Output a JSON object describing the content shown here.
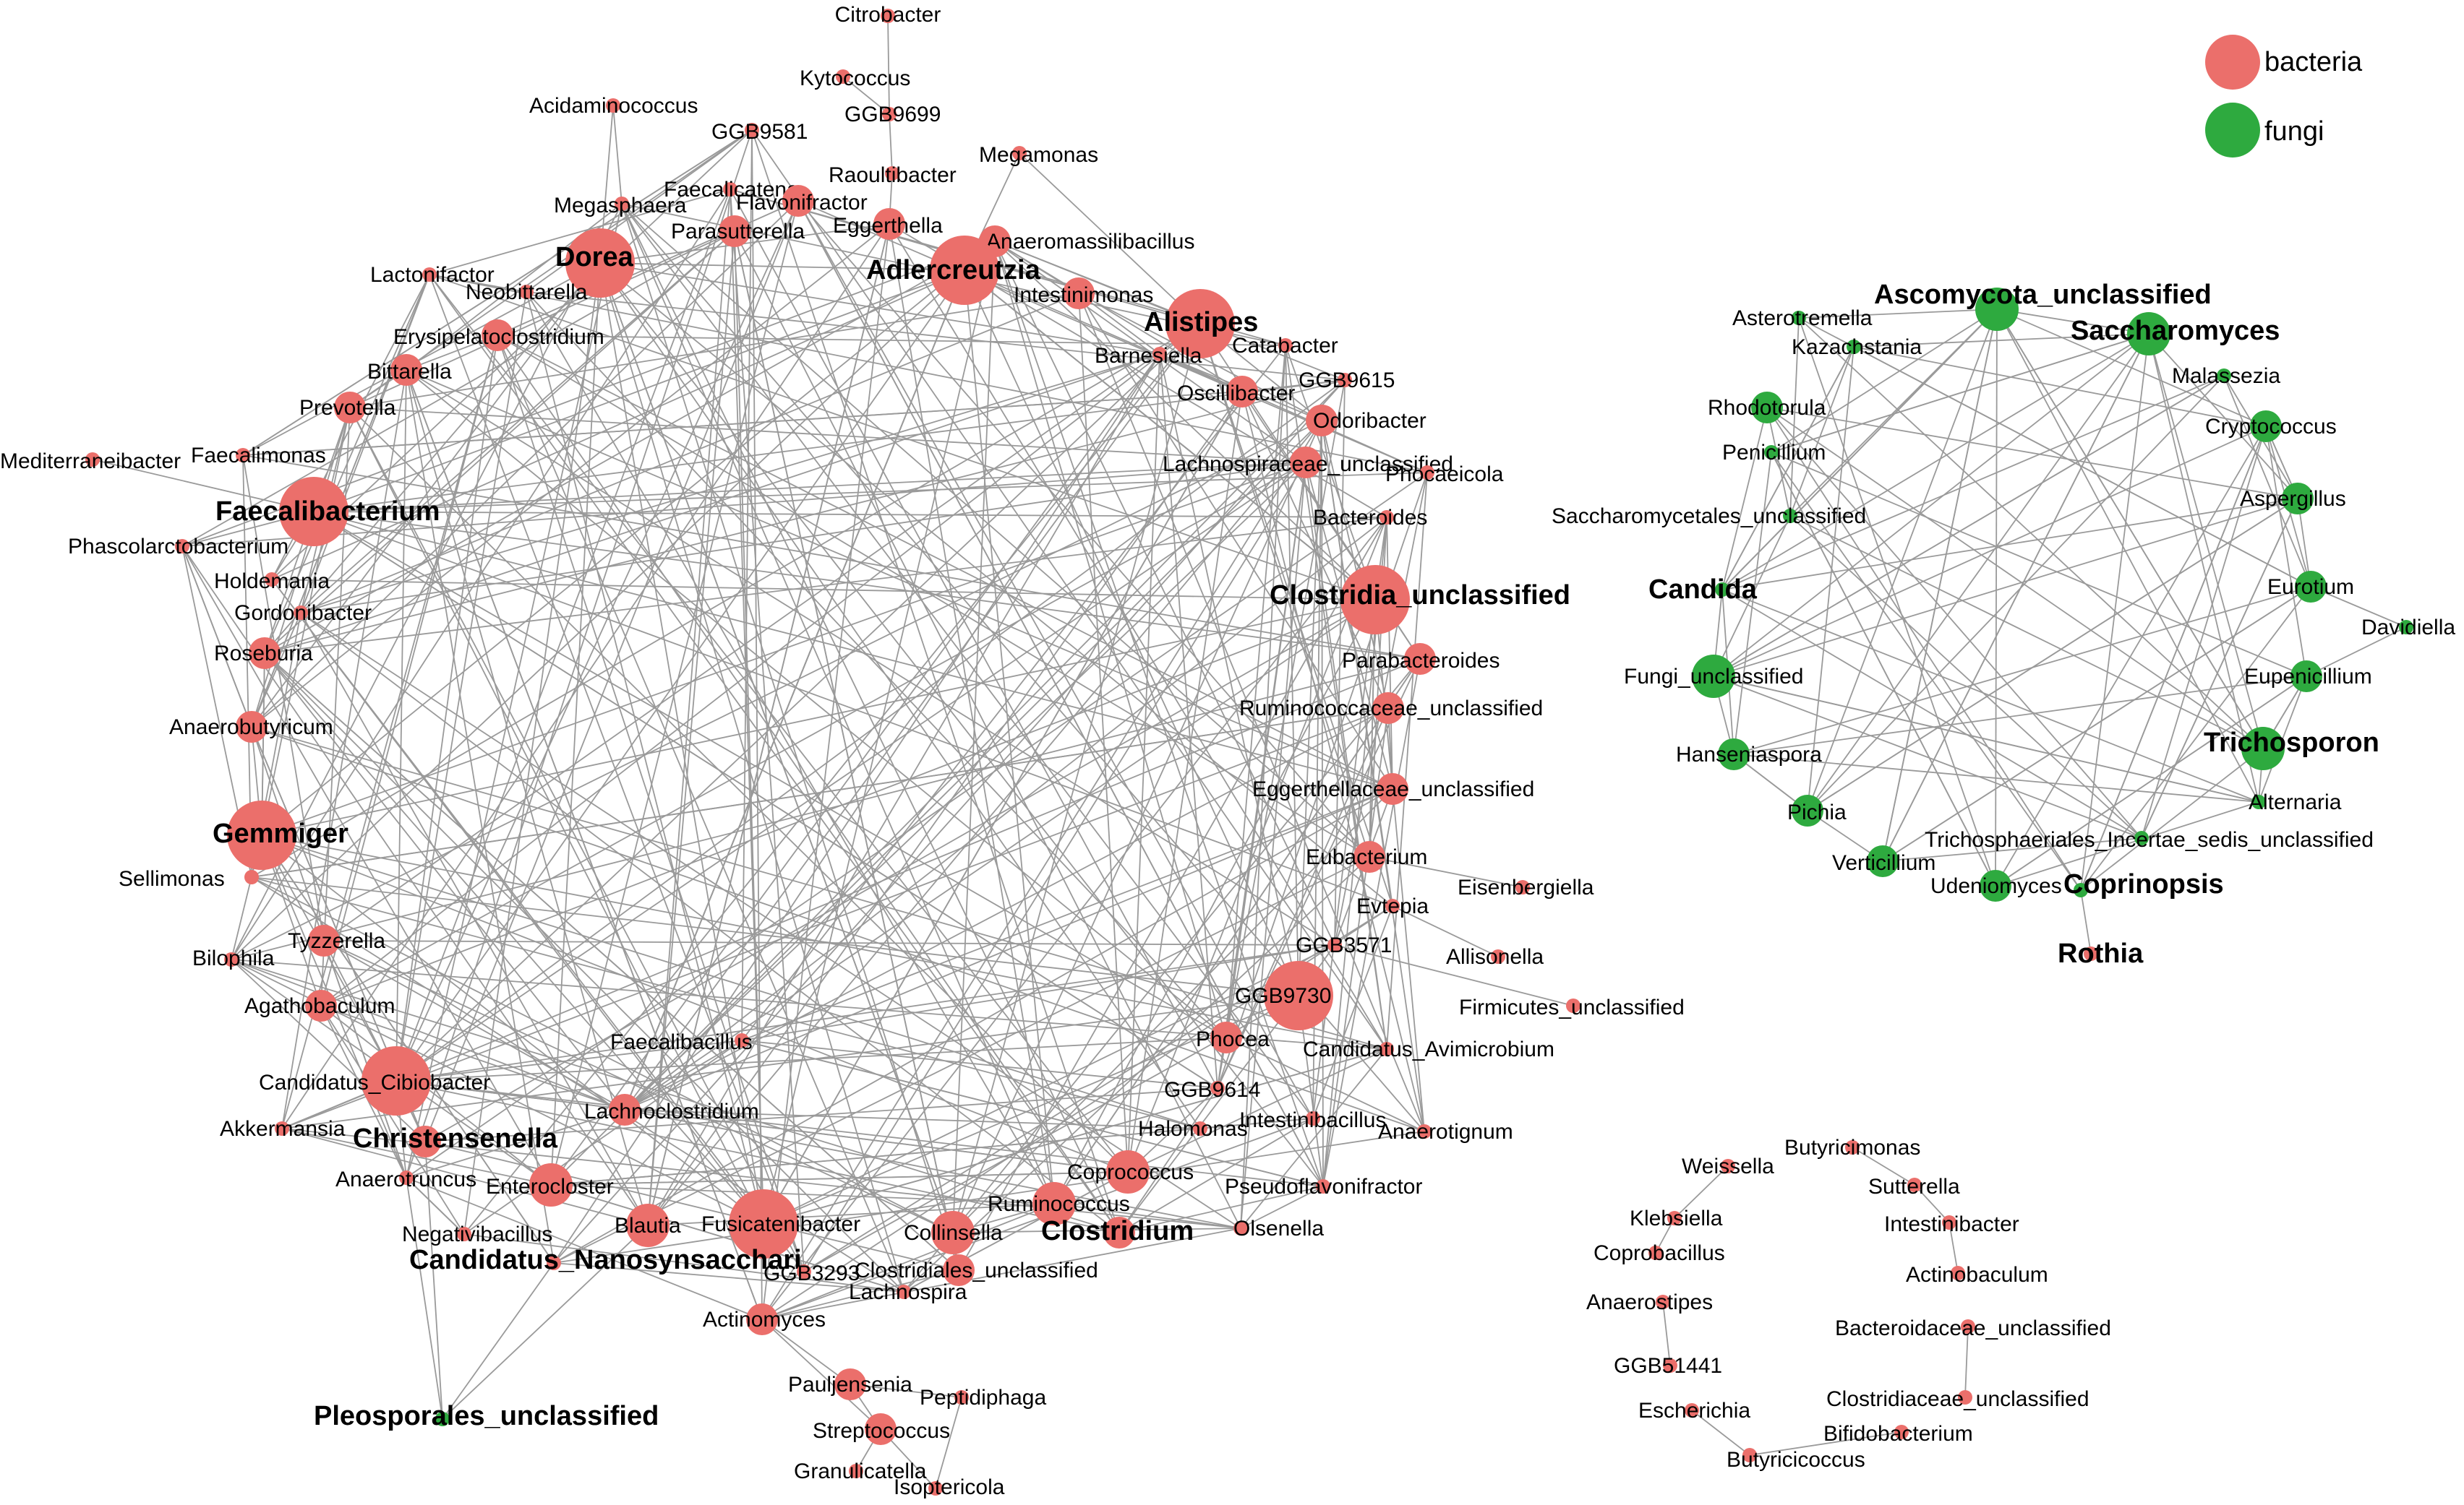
{
  "legend": [
    {
      "label": "bacteria",
      "color": "#EB6F6B"
    },
    {
      "label": "fungi",
      "color": "#2EAA3F"
    }
  ],
  "colors": {
    "bacteria": "#EB6F6B",
    "fungi": "#2EAA3F",
    "edge": "#9a9a9a"
  },
  "nodes": [
    {
      "label": "Citrobacter",
      "type": "bacteria",
      "size": "s"
    },
    {
      "label": "Kytococcus",
      "type": "bacteria",
      "size": "s"
    },
    {
      "label": "GGB9699",
      "type": "bacteria",
      "size": "s"
    },
    {
      "label": "Acidaminococcus",
      "type": "bacteria",
      "size": "s"
    },
    {
      "label": "GGB9581",
      "type": "bacteria",
      "size": "s"
    },
    {
      "label": "Raoultibacter",
      "type": "bacteria",
      "size": "s"
    },
    {
      "label": "Megamonas",
      "type": "bacteria",
      "size": "s"
    },
    {
      "label": "Faecalicatena",
      "type": "bacteria",
      "size": "s"
    },
    {
      "label": "Flavonifractor",
      "type": "bacteria",
      "size": "m"
    },
    {
      "label": "Megasphaera",
      "type": "bacteria",
      "size": "s"
    },
    {
      "label": "Eggerthella",
      "type": "bacteria",
      "size": "m"
    },
    {
      "label": "Parasutterella",
      "type": "bacteria",
      "size": "m"
    },
    {
      "label": "Anaeromassilibacillus",
      "type": "bacteria",
      "size": "m"
    },
    {
      "label": "Dorea",
      "type": "bacteria",
      "size": "xl"
    },
    {
      "label": "Adlercreutzia",
      "type": "bacteria",
      "size": "xl"
    },
    {
      "label": "Lactonifactor",
      "type": "bacteria",
      "size": "s"
    },
    {
      "label": "Neobittarella",
      "type": "bacteria",
      "size": "s"
    },
    {
      "label": "Intestinimonas",
      "type": "bacteria",
      "size": "m"
    },
    {
      "label": "Alistipes",
      "type": "bacteria",
      "size": "xl"
    },
    {
      "label": "Erysipelatoclostridium",
      "type": "bacteria",
      "size": "m"
    },
    {
      "label": "Catabacter",
      "type": "bacteria",
      "size": "s"
    },
    {
      "label": "Barnesiella",
      "type": "bacteria",
      "size": "s"
    },
    {
      "label": "Bittarella",
      "type": "bacteria",
      "size": "m"
    },
    {
      "label": "GGB9615",
      "type": "bacteria",
      "size": "s"
    },
    {
      "label": "Oscillibacter",
      "type": "bacteria",
      "size": "m"
    },
    {
      "label": "Prevotella",
      "type": "bacteria",
      "size": "m"
    },
    {
      "label": "Odoribacter",
      "type": "bacteria",
      "size": "m"
    },
    {
      "label": "Mediterraneibacter",
      "type": "bacteria",
      "size": "s"
    },
    {
      "label": "Faecalimonas",
      "type": "bacteria",
      "size": "s"
    },
    {
      "label": "Lachnospiraceae_unclassified",
      "type": "bacteria",
      "size": "m"
    },
    {
      "label": "Phocaeicola",
      "type": "bacteria",
      "size": "s"
    },
    {
      "label": "Faecalibacterium",
      "type": "bacteria",
      "size": "xl"
    },
    {
      "label": "Bacteroides",
      "type": "bacteria",
      "size": "s"
    },
    {
      "label": "Phascolarctobacterium",
      "type": "bacteria",
      "size": "s"
    },
    {
      "label": "Holdemania",
      "type": "bacteria",
      "size": "s"
    },
    {
      "label": "Clostridia_unclassified",
      "type": "bacteria",
      "size": "xl"
    },
    {
      "label": "Gordonibacter",
      "type": "bacteria",
      "size": "s"
    },
    {
      "label": "Roseburia",
      "type": "bacteria",
      "size": "m"
    },
    {
      "label": "Parabacteroides",
      "type": "bacteria",
      "size": "m"
    },
    {
      "label": "Ruminococcaceae_unclassified",
      "type": "bacteria",
      "size": "m"
    },
    {
      "label": "Anaerobutyricum",
      "type": "bacteria",
      "size": "m"
    },
    {
      "label": "Eggerthellaceae_unclassified",
      "type": "bacteria",
      "size": "m"
    },
    {
      "label": "Gemmiger",
      "type": "bacteria",
      "size": "xl"
    },
    {
      "label": "Eubacterium",
      "type": "bacteria",
      "size": "m"
    },
    {
      "label": "Sellimonas",
      "type": "bacteria",
      "size": "s"
    },
    {
      "label": "Eisenbergiella",
      "type": "bacteria",
      "size": "s"
    },
    {
      "label": "Evtepia",
      "type": "bacteria",
      "size": "s"
    },
    {
      "label": "Tyzzerella",
      "type": "bacteria",
      "size": "m"
    },
    {
      "label": "GGB3571",
      "type": "bacteria",
      "size": "s"
    },
    {
      "label": "Bilophila",
      "type": "bacteria",
      "size": "s"
    },
    {
      "label": "Allisonella",
      "type": "bacteria",
      "size": "s"
    },
    {
      "label": "GGB9730",
      "type": "bacteria",
      "size": "xl"
    },
    {
      "label": "Agathobaculum",
      "type": "bacteria",
      "size": "m"
    },
    {
      "label": "Firmicutes_unclassified",
      "type": "bacteria",
      "size": "s"
    },
    {
      "label": "Faecalibacillus",
      "type": "bacteria",
      "size": "s"
    },
    {
      "label": "Phocea",
      "type": "bacteria",
      "size": "m"
    },
    {
      "label": "Candidatus_Avimicrobium",
      "type": "bacteria",
      "size": "s"
    },
    {
      "label": "Candidatus_Cibiobacter",
      "type": "bacteria",
      "size": "xl"
    },
    {
      "label": "GGB9614",
      "type": "bacteria",
      "size": "s"
    },
    {
      "label": "Lachnoclostridium",
      "type": "bacteria",
      "size": "m"
    },
    {
      "label": "Intestinibacillus",
      "type": "bacteria",
      "size": "s"
    },
    {
      "label": "Akkermansia",
      "type": "bacteria",
      "size": "s"
    },
    {
      "label": "Christensenella",
      "type": "bacteria",
      "size": "m"
    },
    {
      "label": "Halomonas",
      "type": "bacteria",
      "size": "s"
    },
    {
      "label": "Anaerotignum",
      "type": "bacteria",
      "size": "s"
    },
    {
      "label": "Anaerotruncus",
      "type": "bacteria",
      "size": "s"
    },
    {
      "label": "Enterocloster",
      "type": "bacteria",
      "size": "l"
    },
    {
      "label": "Coprococcus",
      "type": "bacteria",
      "size": "l"
    },
    {
      "label": "Pseudoflavonifractor",
      "type": "bacteria",
      "size": "s"
    },
    {
      "label": "Ruminococcus",
      "type": "bacteria",
      "size": "l"
    },
    {
      "label": "Negativibacillus",
      "type": "bacteria",
      "size": "s"
    },
    {
      "label": "Blautia",
      "type": "bacteria",
      "size": "l"
    },
    {
      "label": "Fusicatenibacter",
      "type": "bacteria",
      "size": "xl"
    },
    {
      "label": "Collinsella",
      "type": "bacteria",
      "size": "l"
    },
    {
      "label": "Clostridium",
      "type": "bacteria",
      "size": "m"
    },
    {
      "label": "Olsenella",
      "type": "bacteria",
      "size": "s"
    },
    {
      "label": "Candidatus_Nanosynsacchari",
      "type": "bacteria",
      "size": "s"
    },
    {
      "label": "GGB3293",
      "type": "bacteria",
      "size": "s"
    },
    {
      "label": "Clostridiales_unclassified",
      "type": "bacteria",
      "size": "m"
    },
    {
      "label": "Lachnospira",
      "type": "bacteria",
      "size": "s"
    },
    {
      "label": "Actinomyces",
      "type": "bacteria",
      "size": "m"
    },
    {
      "label": "Pauljensenia",
      "type": "bacteria",
      "size": "m"
    },
    {
      "label": "Peptidiphaga",
      "type": "bacteria",
      "size": "s"
    },
    {
      "label": "Pleosporales_unclassified",
      "type": "fungi",
      "size": "s"
    },
    {
      "label": "Streptococcus",
      "type": "bacteria",
      "size": "m"
    },
    {
      "label": "Granulicatella",
      "type": "bacteria",
      "size": "s"
    },
    {
      "label": "Isoptericola",
      "type": "bacteria",
      "size": "s"
    },
    {
      "label": "Ascomycota_unclassified",
      "type": "fungi",
      "size": "l"
    },
    {
      "label": "Asterotremella",
      "type": "fungi",
      "size": "s"
    },
    {
      "label": "Saccharomyces",
      "type": "fungi",
      "size": "l"
    },
    {
      "label": "Kazachstania",
      "type": "fungi",
      "size": "s"
    },
    {
      "label": "Malassezia",
      "type": "fungi",
      "size": "s"
    },
    {
      "label": "Rhodotorula",
      "type": "fungi",
      "size": "m"
    },
    {
      "label": "Cryptococcus",
      "type": "fungi",
      "size": "m"
    },
    {
      "label": "Penicillium",
      "type": "fungi",
      "size": "s"
    },
    {
      "label": "Aspergillus",
      "type": "fungi",
      "size": "m"
    },
    {
      "label": "Saccharomycetales_unclassified",
      "type": "fungi",
      "size": "s"
    },
    {
      "label": "Candida",
      "type": "fungi",
      "size": "s"
    },
    {
      "label": "Eurotium",
      "type": "fungi",
      "size": "m"
    },
    {
      "label": "Davidiella",
      "type": "fungi",
      "size": "s"
    },
    {
      "label": "Fungi_unclassified",
      "type": "fungi",
      "size": "l"
    },
    {
      "label": "Eupenicillium",
      "type": "fungi",
      "size": "m"
    },
    {
      "label": "Trichosporon",
      "type": "fungi",
      "size": "l"
    },
    {
      "label": "Hanseniaspora",
      "type": "fungi",
      "size": "m"
    },
    {
      "label": "Alternaria",
      "type": "fungi",
      "size": "s"
    },
    {
      "label": "Pichia",
      "type": "fungi",
      "size": "m"
    },
    {
      "label": "Trichosphaeriales_Incertae_sedis_unclassified",
      "type": "fungi",
      "size": "s"
    },
    {
      "label": "Verticillium",
      "type": "fungi",
      "size": "m"
    },
    {
      "label": "Udeniomyces",
      "type": "fungi",
      "size": "m"
    },
    {
      "label": "Coprinopsis",
      "type": "fungi",
      "size": "s"
    },
    {
      "label": "Rothia",
      "type": "bacteria",
      "size": "s"
    },
    {
      "label": "Butyricimonas",
      "type": "bacteria",
      "size": "s"
    },
    {
      "label": "Weissella",
      "type": "bacteria",
      "size": "s"
    },
    {
      "label": "Sutterella",
      "type": "bacteria",
      "size": "s"
    },
    {
      "label": "Klebsiella",
      "type": "bacteria",
      "size": "s"
    },
    {
      "label": "Intestinibacter",
      "type": "bacteria",
      "size": "s"
    },
    {
      "label": "Coprobacillus",
      "type": "bacteria",
      "size": "s"
    },
    {
      "label": "Actinobaculum",
      "type": "bacteria",
      "size": "s"
    },
    {
      "label": "Anaerostipes",
      "type": "bacteria",
      "size": "s"
    },
    {
      "label": "Bacteroidaceae_unclassified",
      "type": "bacteria",
      "size": "s"
    },
    {
      "label": "GGB51441",
      "type": "bacteria",
      "size": "s"
    },
    {
      "label": "Clostridiaceae_unclassified",
      "type": "bacteria",
      "size": "s"
    },
    {
      "label": "Escherichia",
      "type": "bacteria",
      "size": "s"
    },
    {
      "label": "Bifidobacterium",
      "type": "bacteria",
      "size": "s"
    },
    {
      "label": "Butyricicoccus",
      "type": "bacteria",
      "size": "s"
    }
  ]
}
